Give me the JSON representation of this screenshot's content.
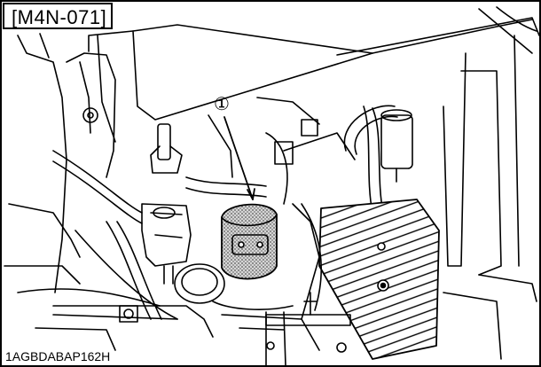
{
  "figure": {
    "reference_tag": "[M4N-071]",
    "image_code": "1AGBDABAP162H",
    "callouts": [
      {
        "label": "1",
        "glyph": "①"
      }
    ],
    "colors": {
      "line": "#000000",
      "background": "#ffffff",
      "highlight_stipple": "#7a7a7a"
    }
  }
}
